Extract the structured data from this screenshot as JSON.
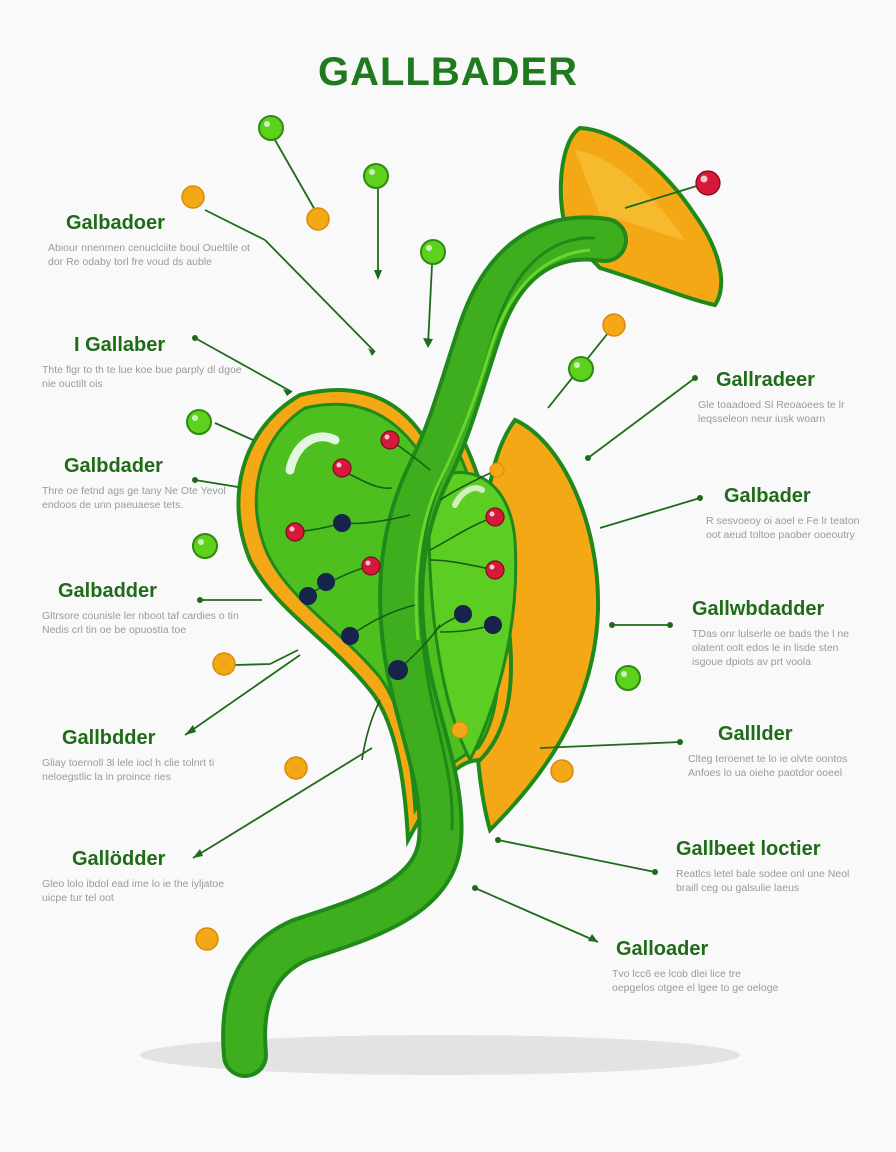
{
  "title": "GALLBADER",
  "colors": {
    "title": "#1f7a1f",
    "label_title": "#1f6b1a",
    "organ_green": "#3fae1e",
    "organ_outline": "#1f8a1a",
    "orange": "#f5a815",
    "red_dot": "#d6193b",
    "navy_dot": "#16234a",
    "lime_dot": "#5dd11c",
    "leader_line": "#1f6b1a",
    "description_text": "#9a9a9a"
  },
  "labels": [
    {
      "title": "Galbadoer",
      "desc": "Abiour nnenmen cenuclciite boul Oueltile ot dor Re odaby torl fre voud ds auble"
    },
    {
      "title": "I Gallaber",
      "desc": "Thte flgr to th te lue koe bue parply dl dgoe nie ouctilt ois"
    },
    {
      "title": "Galbdader",
      "desc": "Thre oe fetnd ags ge tany Ne Ote Yevol endoos de unn paeuaese tets."
    },
    {
      "title": "Galbadder",
      "desc": "Gltrsore counisle ler nboot taf cardies o tin Nedis crl tin oe be opuostia toe"
    },
    {
      "title": "Gallbdder",
      "desc": "Gliay toernoll 3l lele iocl h clie tolnrt ti neloegstlic la in proince ries"
    },
    {
      "title": "Gallödder",
      "desc": "Gleo lolo ibdol ead ime lo ie the iyljatoe uicpe tur tel oot"
    },
    {
      "title": "Gallradeer",
      "desc": "Gle toaadoed Sl Reoaoees te lr leqsseleon neur iusk woarn"
    },
    {
      "title": "Galbader",
      "desc": "R sesvoeoy oi aoel e Fe lr teaton oot aeud toltoe paober ooeoutry"
    },
    {
      "title": "Gallwbdadder",
      "desc": "TDas onr lulserle oe bads the l ne olatent oolt edos le in lisde sten isgoue dpiots av prt voola"
    },
    {
      "title": "Galllder",
      "desc": "Clteg teroenet te lo ie olvte oontos Anfoes lo ua oiehe paotdor ooeel"
    },
    {
      "title": "Gallbeet loctier",
      "desc": "Reatlcs letel bale sodee onl une Neol braill ceg ou galsulie laeus"
    },
    {
      "title": "Galloader",
      "desc": "Tvo lcc6 ee lcob dlei lice tre oepgelos otgee el lgee to ge oeloge"
    }
  ]
}
